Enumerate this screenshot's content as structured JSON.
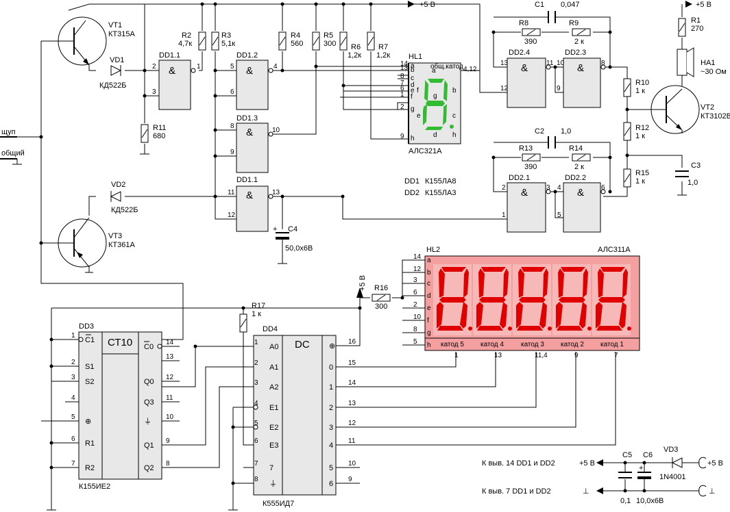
{
  "supply": {
    "plus5": "+5 В"
  },
  "inputs": {
    "probe": "щуп",
    "common": "общий"
  },
  "transistors": [
    {
      "ref": "VT1",
      "part": "КТ315А"
    },
    {
      "ref": "VT2",
      "part": "КТ3102В"
    },
    {
      "ref": "VT3",
      "part": "КТ361А"
    }
  ],
  "diodes": [
    {
      "ref": "VD1",
      "part": "КД522Б"
    },
    {
      "ref": "VD2",
      "part": "КД522Б"
    },
    {
      "ref": "VD3",
      "part": "1N4001"
    }
  ],
  "resistors": [
    {
      "ref": "R1",
      "value": "270"
    },
    {
      "ref": "R2",
      "value": "4,7к"
    },
    {
      "ref": "R3",
      "value": "5,1к"
    },
    {
      "ref": "R4",
      "value": "560"
    },
    {
      "ref": "R5",
      "value": "300"
    },
    {
      "ref": "R6",
      "value": "1,2к"
    },
    {
      "ref": "R7",
      "value": "1,2к"
    },
    {
      "ref": "R8",
      "value": "390"
    },
    {
      "ref": "R9",
      "value": "2 к"
    },
    {
      "ref": "R10",
      "value": "1 к"
    },
    {
      "ref": "R11",
      "value": "680"
    },
    {
      "ref": "R12",
      "value": "1 к"
    },
    {
      "ref": "R13",
      "value": "390"
    },
    {
      "ref": "R14",
      "value": "2 к"
    },
    {
      "ref": "R15",
      "value": "1 к"
    },
    {
      "ref": "R16",
      "value": "300"
    },
    {
      "ref": "R17",
      "value": "1 к"
    }
  ],
  "capacitors": [
    {
      "ref": "C1",
      "value": "0,047"
    },
    {
      "ref": "C2",
      "value": "1,0"
    },
    {
      "ref": "C3",
      "value": "1,0"
    },
    {
      "ref": "C4",
      "value": "50,0x6В"
    },
    {
      "ref": "C5",
      "value": "0,1"
    },
    {
      "ref": "C6",
      "value": "10,0x6В"
    }
  ],
  "buzzer": {
    "ref": "HA1",
    "value": "~30 Ом"
  },
  "gates": [
    "DD1.1",
    "DD1.2",
    "DD1.3",
    "DD1.1",
    "DD2.4",
    "DD2.3",
    "DD2.1",
    "DD2.2"
  ],
  "gate_symbol": "&",
  "gate_pins": {
    "g1": [
      "2",
      "3",
      "1"
    ],
    "g2": [
      "5",
      "6",
      "4"
    ],
    "g3": [
      "8",
      "9",
      "10"
    ],
    "g4": [
      "11",
      "12",
      "13"
    ],
    "g5": [
      "13",
      "12",
      "11"
    ],
    "g6": [
      "10",
      "9",
      "8"
    ],
    "g7": [
      "2",
      "1",
      "3"
    ],
    "g8": [
      "4",
      "5",
      "6"
    ]
  },
  "chips_note": [
    {
      "ref": "DD1",
      "part": "К155ЛА8"
    },
    {
      "ref": "DD2",
      "part": "К155ЛА3"
    }
  ],
  "hl1": {
    "ref": "HL1",
    "part": "АЛС321А",
    "common": "общ.катод",
    "common_pins": "4,12",
    "pins": [
      "14",
      "13",
      "8",
      "7",
      "6",
      "1",
      "2",
      "9"
    ],
    "segs": [
      "a",
      "b",
      "c",
      "d",
      "e",
      "f",
      "g",
      "h"
    ]
  },
  "hl2": {
    "ref": "HL2",
    "part": "АЛС311А",
    "pins": [
      "14",
      "12",
      "3",
      "6",
      "2",
      "10",
      "8",
      "5"
    ],
    "segs": [
      "a",
      "b",
      "c",
      "d",
      "e",
      "f",
      "g",
      "h"
    ],
    "cathodes": [
      "катод 5",
      "катод 4",
      "катод 3",
      "катод 2",
      "катод 1"
    ],
    "cathode_pins": [
      "1",
      "13",
      "11,4",
      "9",
      "7"
    ]
  },
  "dd3": {
    "ref": "DD3",
    "part": "К155ИЕ2",
    "title": "СТ10",
    "left": [
      {
        "pin": "1",
        "name": "C1"
      },
      {
        "pin": "2",
        "name": "S1"
      },
      {
        "pin": "3",
        "name": "S2"
      },
      {
        "pin": "4",
        "name": ""
      },
      {
        "pin": "5",
        "name": "⊕"
      },
      {
        "pin": "6",
        "name": "R1"
      },
      {
        "pin": "7",
        "name": "R2"
      }
    ],
    "right": [
      {
        "pin": "14",
        "name": "C0"
      },
      {
        "pin": "13",
        "name": ""
      },
      {
        "pin": "12",
        "name": "Q0"
      },
      {
        "pin": "11",
        "name": "Q3"
      },
      {
        "pin": "10",
        "name": "⏚"
      },
      {
        "pin": "9",
        "name": "Q1"
      },
      {
        "pin": "8",
        "name": "Q2"
      }
    ]
  },
  "dd4": {
    "ref": "DD4",
    "part": "К555ИД7",
    "title": "DC",
    "left": [
      {
        "pin": "1",
        "name": "A0"
      },
      {
        "pin": "2",
        "name": "A1"
      },
      {
        "pin": "3",
        "name": "A2"
      },
      {
        "pin": "4",
        "name": "E1"
      },
      {
        "pin": "5",
        "name": "E2"
      },
      {
        "pin": "6",
        "name": "E3"
      },
      {
        "pin": "7",
        "name": "7"
      },
      {
        "pin": "8",
        "name": "⏚"
      }
    ],
    "right": [
      {
        "pin": "16",
        "name": "⊕"
      },
      {
        "pin": "15",
        "name": "0"
      },
      {
        "pin": "14",
        "name": "1"
      },
      {
        "pin": "13",
        "name": "2"
      },
      {
        "pin": "12",
        "name": "3"
      },
      {
        "pin": "11",
        "name": "4"
      },
      {
        "pin": "10",
        "name": "5"
      },
      {
        "pin": "9",
        "name": "6"
      }
    ]
  },
  "power_notes": {
    "line1": "К выв. 14 DD1 и DD2",
    "line2": "К выв. 7 DD1 и DD2"
  },
  "colors": {
    "hl1_segment": "#33bb33",
    "hl2_body": "#f4a0a0",
    "hl2_segment": "#e00000"
  }
}
